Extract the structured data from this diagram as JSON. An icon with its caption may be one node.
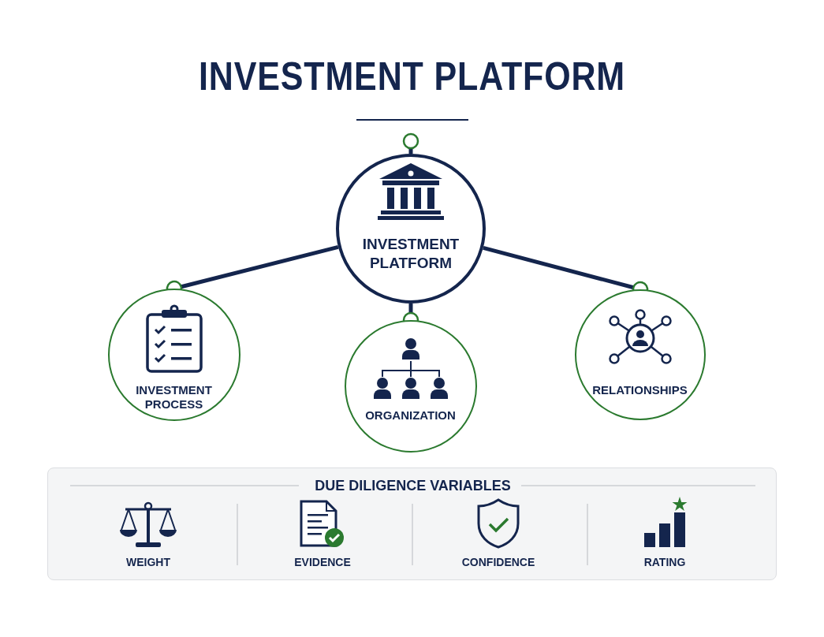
{
  "diagram": {
    "title": "INVESTMENT PLATFORM",
    "nodes": [
      {
        "text": [
          "INVESTMENT PLATFORM"
        ]
      },
      {
        "text": [
          "INVESTMENT PROCESS"
        ]
      },
      {
        "text": [
          "ORGANIZATION"
        ]
      },
      {
        "text": [
          "RELATIONSHIPS"
        ]
      },
      {
        "text": [
          "DUE DILIGENCE VARIABLES"
        ]
      }
    ],
    "edges": [
      {
        "from": null,
        "to": 0,
        "arrow": "other"
      },
      {
        "from": 0,
        "to": 1,
        "arrow": "other"
      },
      {
        "from": 0,
        "to": 2,
        "arrow": "other"
      },
      {
        "from": 0,
        "to": 3,
        "arrow": "other"
      }
    ],
    "labels": [
      "WEIGHT",
      "EVIDENCE",
      "CONFIDENCE",
      "RATING"
    ]
  }
}
